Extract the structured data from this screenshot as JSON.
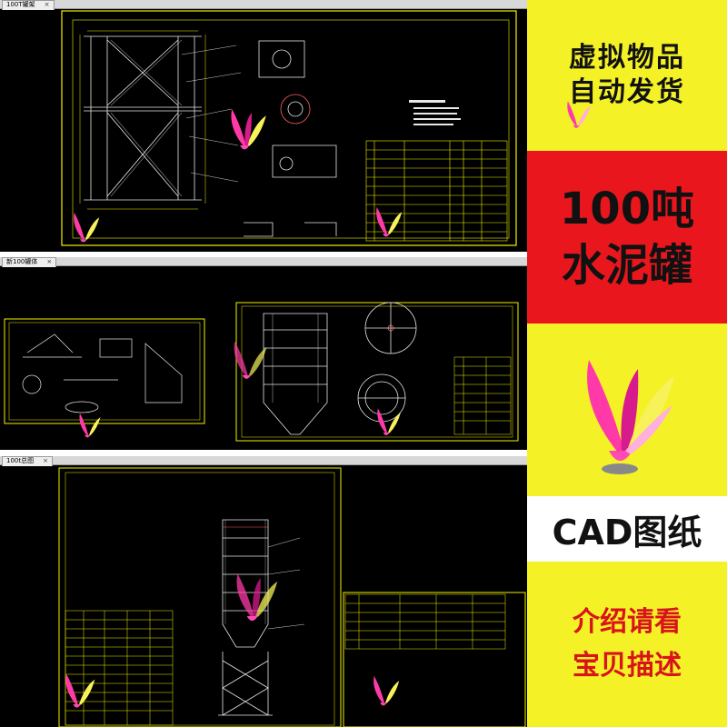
{
  "windows": [
    {
      "tab_title": "100T罐架",
      "close_glyph": "×"
    },
    {
      "tab_title": "新100罐体",
      "close_glyph": "×"
    },
    {
      "tab_title": "100t总图",
      "close_glyph": "×"
    }
  ],
  "banner": {
    "virtual_line1": "虚拟物品",
    "virtual_line2": "自动发货",
    "tonnage_line1": "100吨",
    "tonnage_line2": "水泥罐",
    "cad_label": "CAD图纸",
    "intro_line1": "介绍请看",
    "intro_line2": "宝贝描述"
  },
  "colors": {
    "cad_background": "#000000",
    "cad_frame": "#f2f200",
    "cad_line": "#ffffff",
    "banner_yellow": "#f4f227",
    "banner_red": "#e9171d",
    "intro_text": "#d8131b"
  },
  "icons": [
    "shuttlecock-icon"
  ]
}
